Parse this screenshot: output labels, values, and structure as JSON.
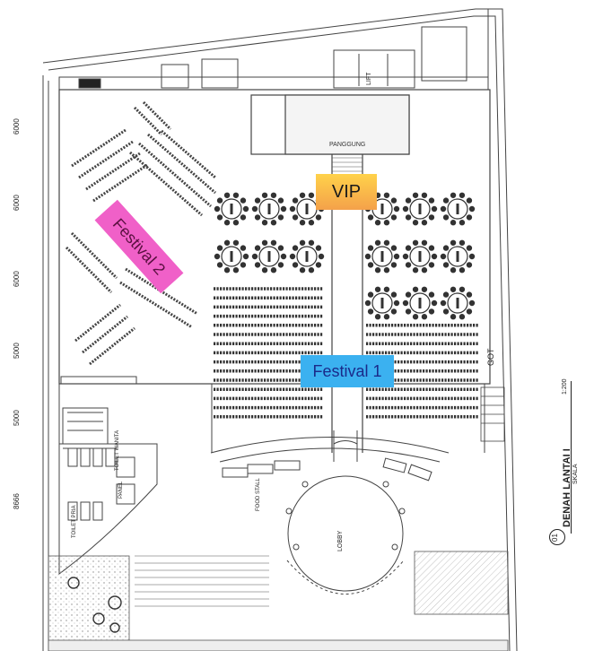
{
  "zones": {
    "vip": "VIP",
    "festival_1": "Festival 1",
    "festival_2": "Festival 2"
  },
  "dimensions": {
    "d1": "6000",
    "d2": "6000",
    "d3": "6000",
    "d4": "5000",
    "d5": "5000",
    "d6": "8666"
  },
  "labels": {
    "stage": "PANGGUNG",
    "lobby": "LOBBY",
    "got": "GOT",
    "title": "DENAH LANTAI I",
    "scale_word": "SKALA",
    "scale": "1:200",
    "sheet": "01",
    "toilet_pria": "TOILET PRIA",
    "toilet_wanita": "TOILET WANITA",
    "panel": "PANEL",
    "lift": "LIFT",
    "food_stall": "FOOD STALL"
  },
  "colors": {
    "vip_top": "#ffd24a",
    "vip_bottom": "#f4a14a",
    "festival_1": "#3bb1f0",
    "festival_2": "#f060c8",
    "line": "#4a4a4a"
  }
}
